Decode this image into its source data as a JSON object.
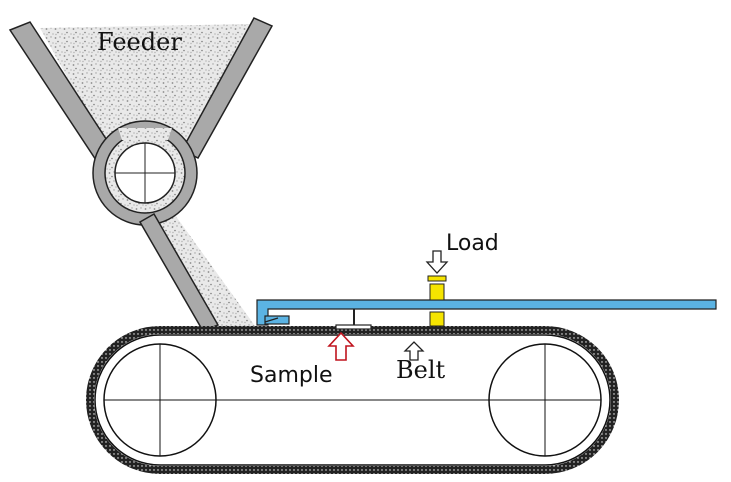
{
  "labels": {
    "feeder": "Feeder",
    "load": "Load",
    "sample": "Sample",
    "belt": "Belt"
  },
  "colors": {
    "powder": "#b8b8b8",
    "wall": "#a9a9a9",
    "outline": "#222222",
    "arm": "#5bb3e3",
    "weight": "#f5e400",
    "sample_arrow": "#c0141e",
    "belt": "#111111"
  }
}
